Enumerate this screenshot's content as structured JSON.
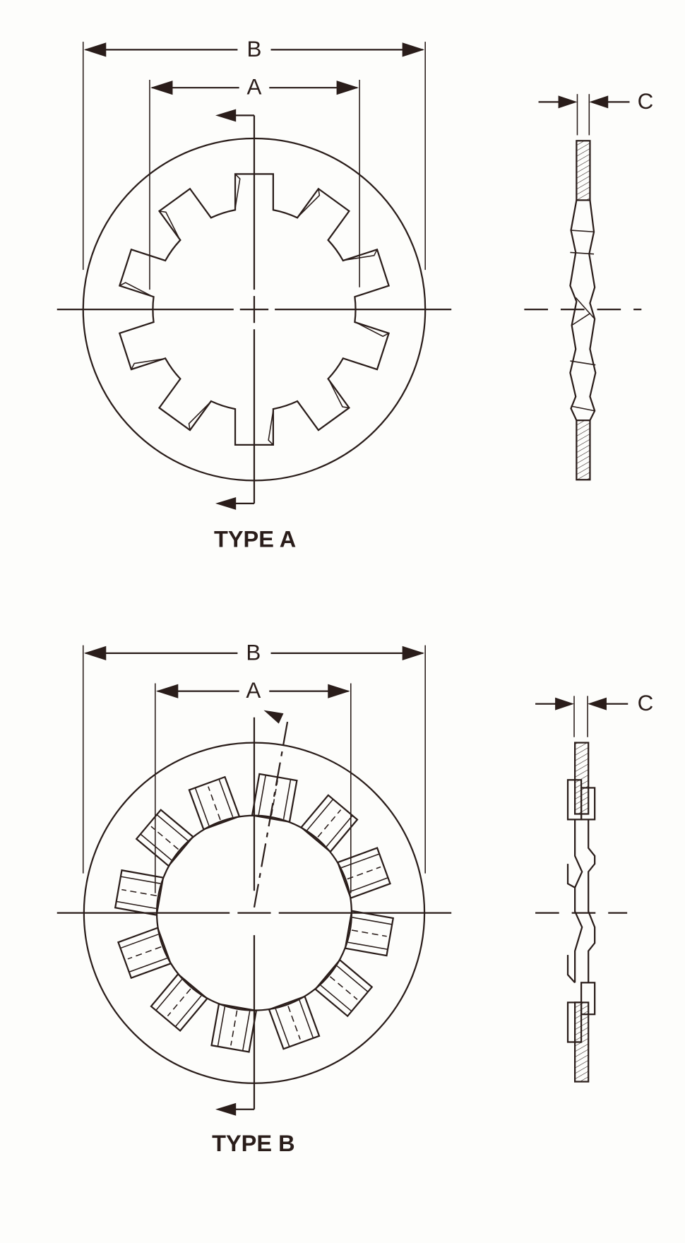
{
  "drawing": {
    "type_a": {
      "title": "TYPE A",
      "dim_outer": "B",
      "dim_inner": "A",
      "dim_thickness": "C",
      "teeth_count": 10
    },
    "type_b": {
      "title": "TYPE B",
      "dim_outer": "B",
      "dim_inner": "A",
      "dim_thickness": "C",
      "teeth_count": 12
    },
    "colors": {
      "ink": "#2a1d1a",
      "paper": "#fdfdfb"
    }
  }
}
